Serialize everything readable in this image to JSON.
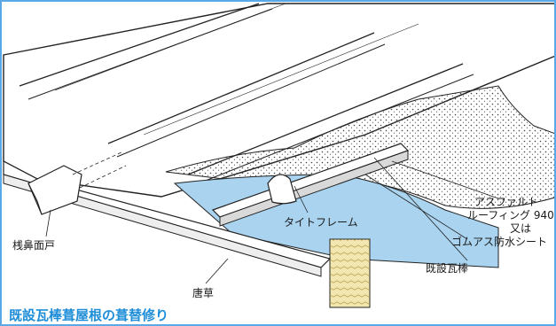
{
  "labels": {
    "tight_frame": "タイトフレーム",
    "asphalt_1": "アスファルト",
    "asphalt_2": "ルーフィング 940",
    "asphalt_3": "又は",
    "asphalt_4": "ゴムアス防水シート",
    "existing_roof": "既設瓦棒",
    "end_cap": "桟鼻面戸",
    "karakusa": "唐草"
  },
  "caption": "既設瓦棒葺屋根の葺替修り",
  "colors": {
    "border": "#5aa9e6",
    "caption": "#1f8ed8",
    "sheet_blue": "#a9d3ef",
    "wood": "#f2e7b0",
    "metal_fill": "#ffffff",
    "line": "#222222"
  }
}
